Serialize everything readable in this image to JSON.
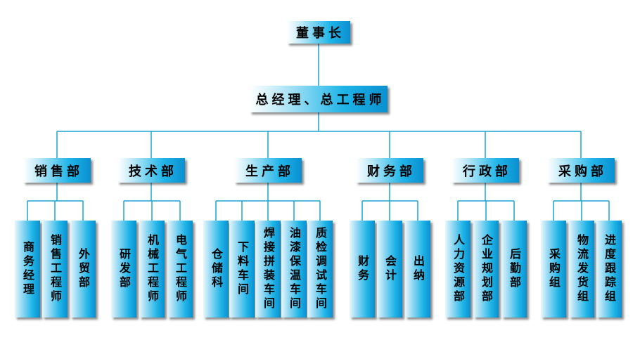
{
  "top": "董事长",
  "gm": "总经理、总工程师",
  "departments": [
    {
      "name": "销售部",
      "units": [
        "商务经理",
        "销售工程师",
        "外贸部"
      ]
    },
    {
      "name": "技术部",
      "units": [
        "研发部",
        "机械工程师",
        "电气工程师"
      ]
    },
    {
      "name": "生产部",
      "units": [
        "仓储科",
        "下料车间",
        "焊接拼装车间",
        "油漆保温车间",
        "质检调试车间"
      ]
    },
    {
      "name": "财务部",
      "units": [
        "财务",
        "会计",
        "出纳"
      ]
    },
    {
      "name": "行政部",
      "units": [
        "人力资源部",
        "企业规划部",
        "后勤部"
      ]
    },
    {
      "name": "采购部",
      "units": [
        "采购组",
        "物流发货组",
        "进度跟踪组"
      ]
    }
  ],
  "colors": {
    "line": "#1aa3d6",
    "box_dark": "#0a8fd0",
    "box_light": "#ffffff"
  }
}
